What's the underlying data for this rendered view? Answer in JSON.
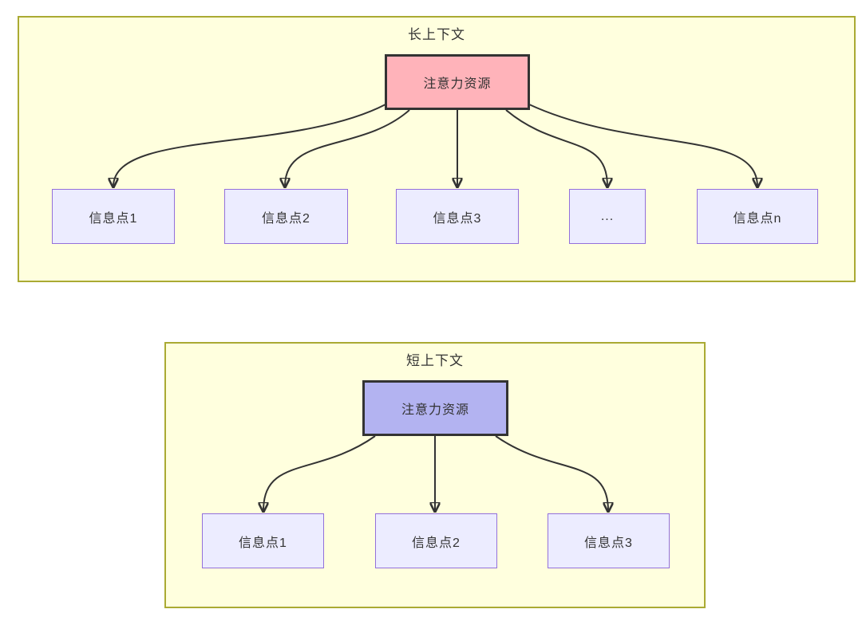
{
  "diagram": {
    "long_context": {
      "title": "长上下文",
      "root": {
        "label": "注意力资源"
      },
      "children": [
        {
          "label": "信息点1"
        },
        {
          "label": "信息点2"
        },
        {
          "label": "信息点3"
        },
        {
          "label": "..."
        },
        {
          "label": "信息点n"
        }
      ]
    },
    "short_context": {
      "title": "短上下文",
      "root": {
        "label": "注意力资源"
      },
      "children": [
        {
          "label": "信息点1"
        },
        {
          "label": "信息点2"
        },
        {
          "label": "信息点3"
        }
      ]
    },
    "colors": {
      "page_bg": "#ffffff",
      "panel_bg": "#ffffde",
      "panel_border": "#aaaa33",
      "long_root_fill": "#ffb3ba",
      "short_root_fill": "#b3b3f1",
      "info_node_fill": "#ececff",
      "info_node_border": "#9370db",
      "root_node_border": "#333333",
      "edge_stroke": "#333333",
      "text": "#333333"
    }
  }
}
